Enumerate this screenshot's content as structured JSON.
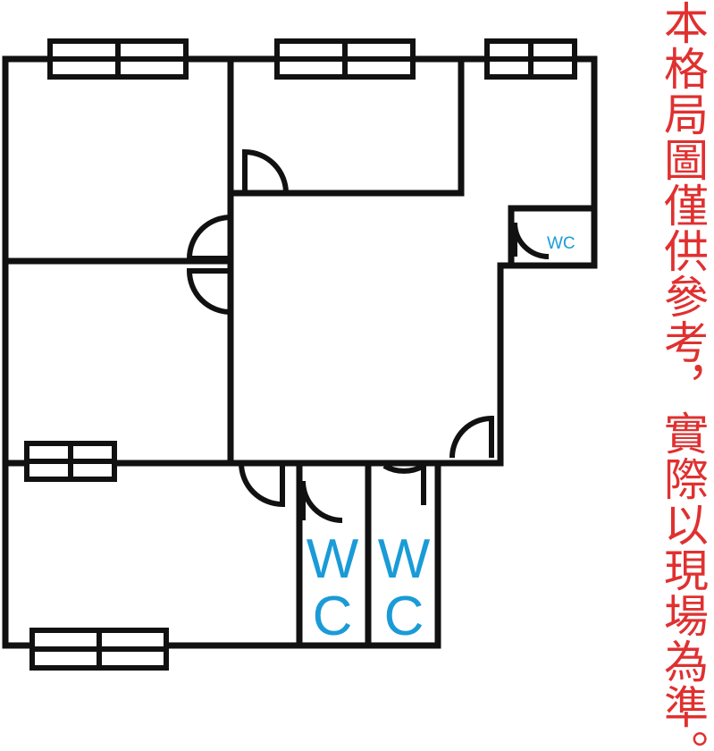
{
  "notice_text": "本格局圖僅供參考，實際以現場為準。",
  "labels": {
    "wc_small": "WC",
    "wc_big_w": "W",
    "wc_big_c": "C"
  },
  "colors": {
    "wall": "#111111",
    "label_blue": "#1a9bd7",
    "notice_red": "#e03030"
  }
}
